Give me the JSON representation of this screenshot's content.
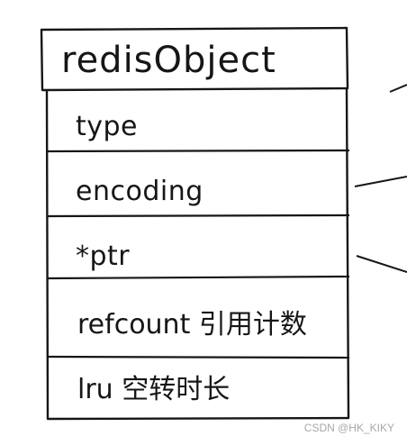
{
  "diagram": {
    "title": "redisObject",
    "fields": [
      {
        "id": "type",
        "label": "type"
      },
      {
        "id": "encoding",
        "label": "encoding"
      },
      {
        "id": "ptr",
        "label": "*ptr"
      },
      {
        "id": "refcount",
        "label": "refcount 引用计数"
      },
      {
        "id": "lru",
        "label": "lru 空转时长"
      }
    ]
  },
  "watermark": "CSDN @HK_KIKY",
  "colors": {
    "ink": "#161616",
    "background": "#ffffff",
    "watermark": "#a8a8a8"
  }
}
